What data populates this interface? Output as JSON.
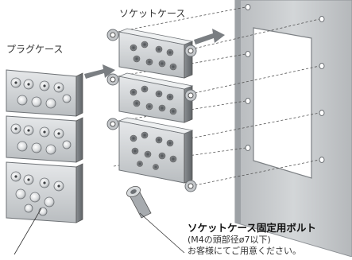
{
  "labels": {
    "socket_case": "ソケットケース",
    "plug_case": "プラグケース",
    "bolt_title": "ソケットケース固定用ボルト",
    "bolt_spec": "(M4の頭部径ø7以下)",
    "bolt_note": "お客様にてご用意ください。"
  },
  "colors": {
    "panel": "#c9ccce",
    "module_light": "#d9dcde",
    "module_dark": "#8d9195",
    "arrow": "#7a7e82"
  }
}
